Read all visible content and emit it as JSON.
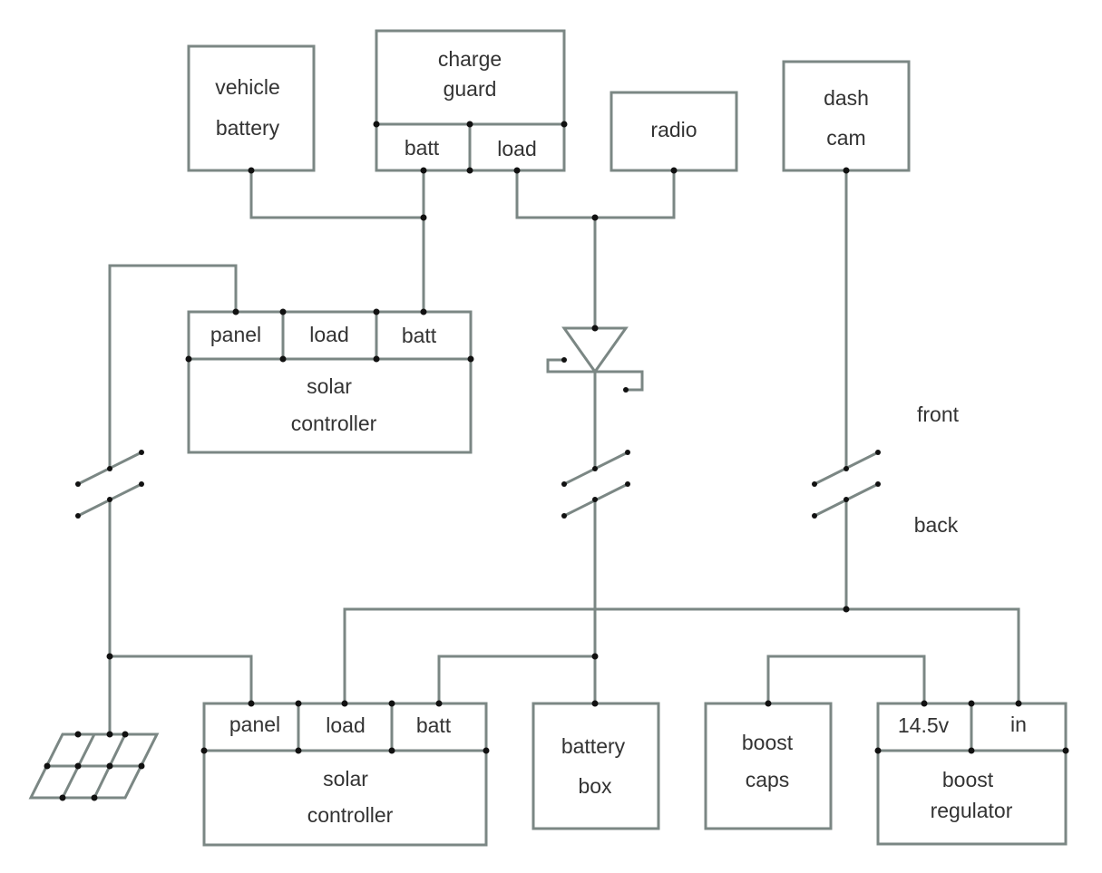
{
  "vehicle_battery": {
    "line1": "vehicle",
    "line2": "battery"
  },
  "charge_guard": {
    "line1": "charge",
    "line2": "guard",
    "port_batt": "batt",
    "port_load": "load"
  },
  "radio": {
    "label": "radio"
  },
  "dash_cam": {
    "line1": "dash",
    "line2": "cam"
  },
  "solar_controller_front": {
    "port_panel": "panel",
    "port_load": "load",
    "port_batt": "batt",
    "line1": "solar",
    "line2": "controller"
  },
  "switch_labels": {
    "front": "front",
    "back": "back"
  },
  "solar_controller_back": {
    "port_panel": "panel",
    "port_load": "load",
    "port_batt": "batt",
    "line1": "solar",
    "line2": "controller"
  },
  "battery_box": {
    "line1": "battery",
    "line2": "box"
  },
  "boost_caps": {
    "line1": "boost",
    "line2": "caps"
  },
  "boost_regulator": {
    "port_14v": "14.5v",
    "port_in": "in",
    "line1": "boost",
    "line2": "regulator"
  }
}
